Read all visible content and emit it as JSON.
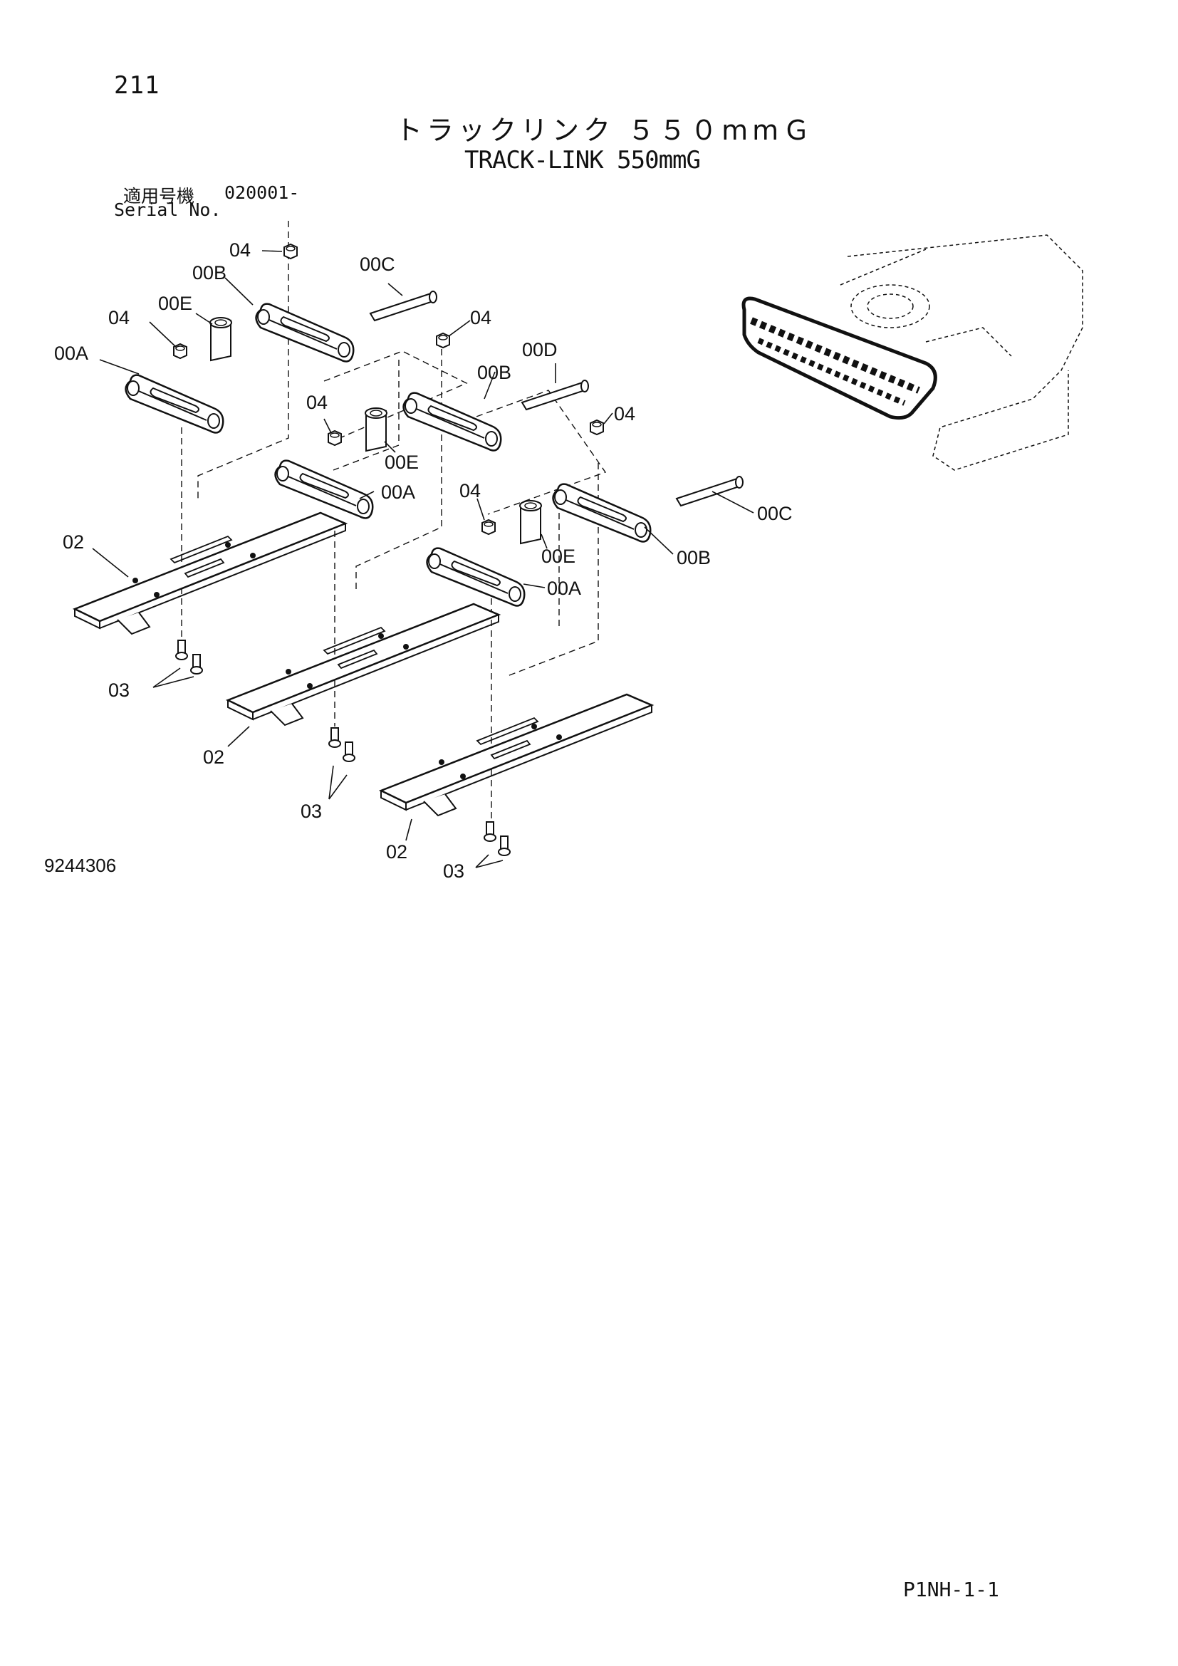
{
  "header": {
    "page_number": "211",
    "title_japanese": "トラックリンク ５５０mmＧ",
    "title_english": "TRACK-LINK 550mmG",
    "serial_label_japanese": "適用号機",
    "serial_value": "020001-",
    "serial_label_english": "Serial No."
  },
  "callouts": [
    {
      "id": "c1",
      "text": "04"
    },
    {
      "id": "c2",
      "text": "00B"
    },
    {
      "id": "c3",
      "text": "00C"
    },
    {
      "id": "c4",
      "text": "04"
    },
    {
      "id": "c5",
      "text": "00E"
    },
    {
      "id": "c6",
      "text": "04"
    },
    {
      "id": "c7",
      "text": "00A"
    },
    {
      "id": "c8",
      "text": "00D"
    },
    {
      "id": "c9",
      "text": "00B"
    },
    {
      "id": "c10",
      "text": "04"
    },
    {
      "id": "c11",
      "text": "04"
    },
    {
      "id": "c12",
      "text": "00E"
    },
    {
      "id": "c13",
      "text": "00A"
    },
    {
      "id": "c14",
      "text": "04"
    },
    {
      "id": "c15",
      "text": "00C"
    },
    {
      "id": "c16",
      "text": "00E"
    },
    {
      "id": "c17",
      "text": "00B"
    },
    {
      "id": "c18",
      "text": "00A"
    },
    {
      "id": "c19",
      "text": "02"
    },
    {
      "id": "c20",
      "text": "03"
    },
    {
      "id": "c21",
      "text": "02"
    },
    {
      "id": "c22",
      "text": "03"
    },
    {
      "id": "c23",
      "text": "02"
    },
    {
      "id": "c24",
      "text": "03"
    }
  ],
  "footer": {
    "drawing_number": "9244306",
    "page_code": "P1NH-1-1"
  }
}
